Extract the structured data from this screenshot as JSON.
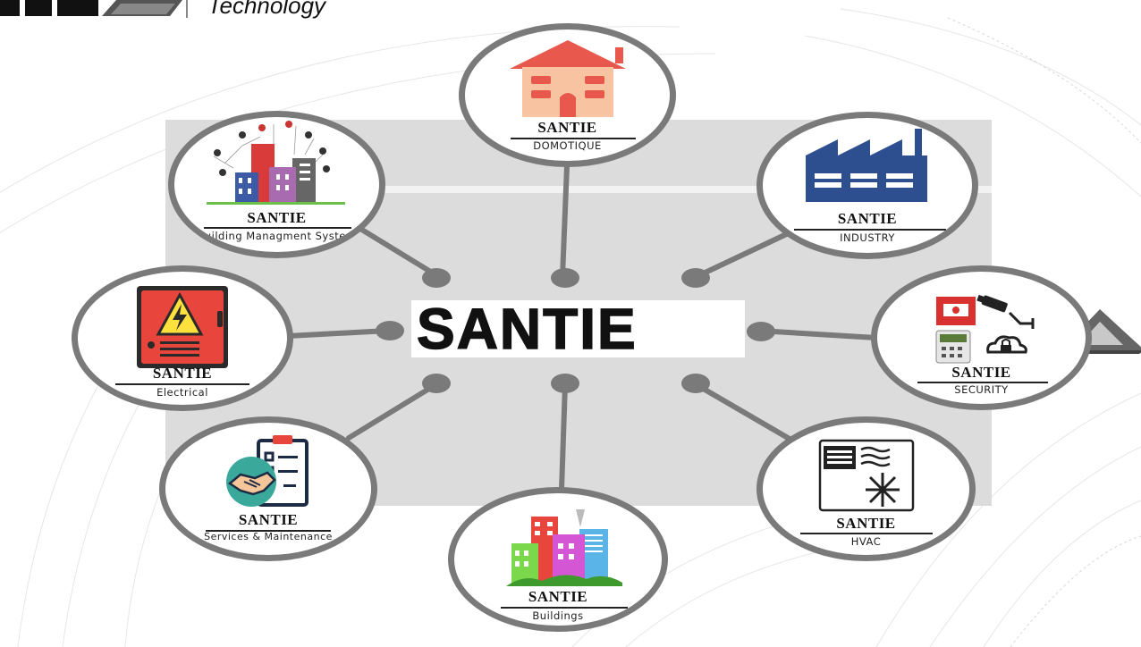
{
  "header": {
    "tagline": "Technology"
  },
  "hub": {
    "brand": "SANTIE"
  },
  "nodes": [
    {
      "id": "domotique",
      "title": "SANTIE",
      "subtitle": "DOMOTIQUE"
    },
    {
      "id": "bms",
      "title": "SANTIE",
      "subtitle": "Building Managment System"
    },
    {
      "id": "industry",
      "title": "SANTIE",
      "subtitle": "INDUSTRY"
    },
    {
      "id": "electrical",
      "title": "SANTIE",
      "subtitle": "Electrical"
    },
    {
      "id": "security",
      "title": "SANTIE",
      "subtitle": "SECURITY"
    },
    {
      "id": "services",
      "title": "SANTIE",
      "subtitle": "Services & Maintenance"
    },
    {
      "id": "hvac",
      "title": "SANTIE",
      "subtitle": "HVAC"
    },
    {
      "id": "buildings",
      "title": "SANTIE",
      "subtitle": "Buildings"
    }
  ],
  "colors": {
    "ring": "#7a7a7a",
    "panel": "#dcdcdc",
    "house": "#f0826e",
    "factory": "#2e4f8f",
    "electrical": "#e8453c",
    "security_red": "#d93030",
    "services_teal": "#3aa89a",
    "buildings_green": "#6cc04a"
  }
}
